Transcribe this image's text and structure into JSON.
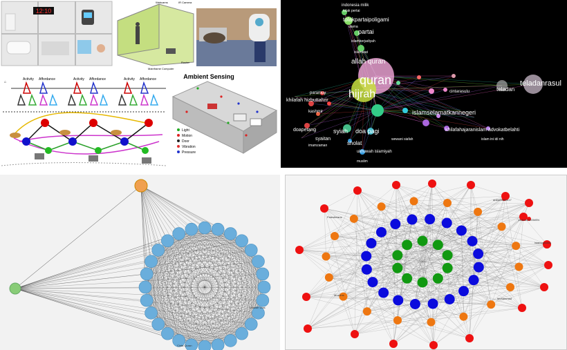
{
  "top_left": {
    "clock_text": "12:10",
    "sensing_title": "Ambient Sensing",
    "smart_room_labels": {
      "webcams": "Webcams",
      "ir_camera": "IR Camera",
      "mainframe": "Mainframe Computer",
      "router": "Router"
    },
    "activity_groups": [
      {
        "activity": "Activity",
        "affordance": "Affordance"
      },
      {
        "activity": "Activity",
        "affordance": "Affordance"
      },
      {
        "activity": "Activity",
        "affordance": "Affordance"
      }
    ],
    "legend": [
      {
        "label": "Light",
        "color": "#22aa22"
      },
      {
        "label": "Motion",
        "color": "#dd2222"
      },
      {
        "label": "Door",
        "color": "#222222"
      },
      {
        "label": "Vibration",
        "color": "#e03030"
      },
      {
        "label": "Pressure",
        "color": "#2233cc"
      }
    ]
  },
  "top_right": {
    "labels": [
      {
        "text": "indonesia milik",
        "color": "#ffffff"
      },
      {
        "text": "tolak pertai",
        "color": "#ffffff"
      },
      {
        "text": "tolakpartaipoligami",
        "color": "#ffffff"
      },
      {
        "text": "ulama",
        "color": "#ffffff"
      },
      {
        "text": "partai",
        "color": "#ffffff"
      },
      {
        "text": "islamberjadiyah",
        "color": "#ffffff"
      },
      {
        "text": "islamtaat",
        "color": "#ffffff"
      },
      {
        "text": "allah quran",
        "color": "#ffffff"
      },
      {
        "text": "quran",
        "color": "#ffffff"
      },
      {
        "text": "hijrah",
        "color": "#ffffff"
      },
      {
        "text": "teladan",
        "color": "#ffffff"
      },
      {
        "text": "teladanrasul",
        "color": "#ffffff"
      },
      {
        "text": "cintarasulu",
        "color": "#ffffff"
      },
      {
        "text": "islamselamatkannegeri",
        "color": "#ffffff"
      },
      {
        "text": "khilafahajaranislam",
        "color": "#ffffff"
      },
      {
        "text": "advokatbelahti",
        "color": "#ffffff"
      },
      {
        "text": "khilafah hizbuttahrir",
        "color": "#ffffff"
      },
      {
        "text": "syiah",
        "color": "#ffffff"
      },
      {
        "text": "doa pagi",
        "color": "#ffffff"
      },
      {
        "text": "syaitan",
        "color": "#ffffff"
      },
      {
        "text": "doapetang",
        "color": "#ffffff"
      },
      {
        "text": "sholat",
        "color": "#ffffff"
      },
      {
        "text": "ukhuwah islamiyah",
        "color": "#ffffff"
      },
      {
        "text": "wewani siafah",
        "color": "#ffffff"
      },
      {
        "text": "imamzaman",
        "color": "#ffffff"
      },
      {
        "text": "muslim",
        "color": "#ffffff"
      },
      {
        "text": "islam ini idi nih",
        "color": "#ffffff"
      },
      {
        "text": "paramuy",
        "color": "#ffffff"
      },
      {
        "text": "kashmir",
        "color": "#ffffff"
      }
    ]
  },
  "bottom_left": {
    "left_node_label": "",
    "top_node_label": "",
    "bottom_label": "Cinta Quran",
    "right_label": "Sekolah Ulas"
  },
  "bottom_right": {
    "labels": [
      {
        "text": "antisemitism17"
      },
      {
        "text": "ViolenceWOMEN"
      },
      {
        "text": "Palestinians"
      },
      {
        "text": "Muhammad"
      },
      {
        "text": "Muslims"
      },
      {
        "text": "Islamophobia"
      }
    ]
  }
}
